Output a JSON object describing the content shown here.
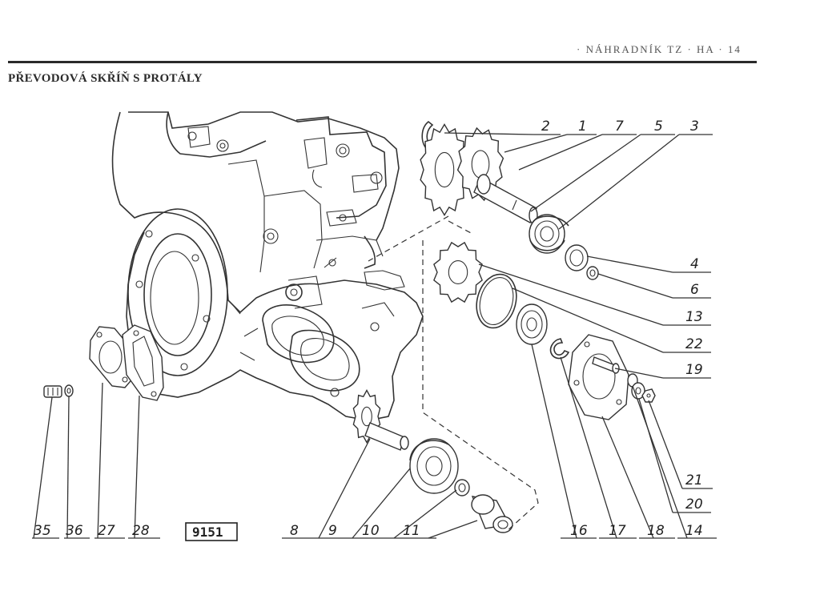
{
  "header": {
    "running_text": "· NÁHRADNÍK TZ · HA · 14"
  },
  "page_title": "PŘEVODOVÁ SKŘÍŇ S PROTÁLY",
  "figure_number": "9151",
  "callouts_top": [
    {
      "id": "2",
      "text": "2"
    },
    {
      "id": "1",
      "text": "1"
    },
    {
      "id": "7",
      "text": "7"
    },
    {
      "id": "5",
      "text": "5"
    },
    {
      "id": "3",
      "text": "3"
    }
  ],
  "callouts_right": [
    {
      "id": "4",
      "text": "4"
    },
    {
      "id": "6",
      "text": "6"
    },
    {
      "id": "13",
      "text": "13"
    },
    {
      "id": "22",
      "text": "22"
    },
    {
      "id": "19",
      "text": "19"
    },
    {
      "id": "21",
      "text": "21"
    },
    {
      "id": "20",
      "text": "20"
    }
  ],
  "callouts_bottom_left": [
    {
      "id": "35",
      "text": "35"
    },
    {
      "id": "36",
      "text": "36"
    },
    {
      "id": "27",
      "text": "27"
    },
    {
      "id": "28",
      "text": "28"
    }
  ],
  "callouts_bottom_mid": [
    {
      "id": "8",
      "text": "8"
    },
    {
      "id": "9",
      "text": "9"
    },
    {
      "id": "10",
      "text": "10"
    },
    {
      "id": "11",
      "text": "11"
    }
  ],
  "callouts_bottom_right": [
    {
      "id": "16",
      "text": "16"
    },
    {
      "id": "17",
      "text": "17"
    },
    {
      "id": "18",
      "text": "18"
    },
    {
      "id": "14",
      "text": "14"
    }
  ]
}
